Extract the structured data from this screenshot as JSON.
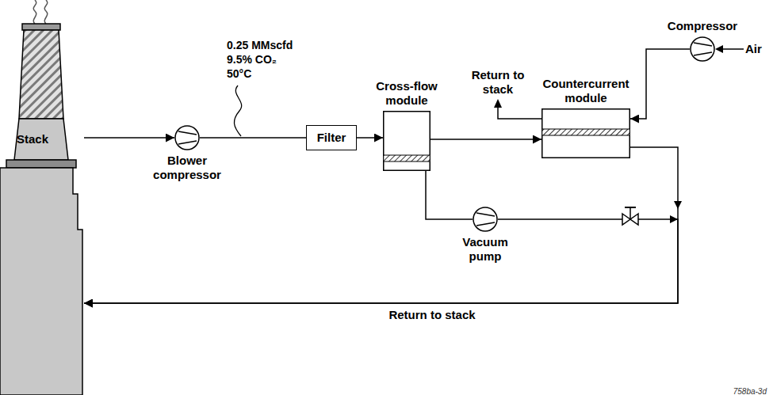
{
  "diagram": {
    "nodes": [
      {
        "text": [
          "Stack"
        ]
      },
      {
        "text": [
          "Blower compressor"
        ]
      },
      {
        "text": [
          "Filter"
        ]
      },
      {
        "text": [
          "Cross-flow module"
        ]
      },
      {
        "text": [
          "Vacuum pump"
        ]
      },
      {
        "text": [
          "Countercurrent module"
        ]
      },
      {
        "text": [
          "Compressor"
        ]
      }
    ],
    "edges": [
      {
        "from": 0,
        "to": 1,
        "arrow": "to"
      },
      {
        "from": 1,
        "to": 2,
        "arrow": "none"
      },
      {
        "from": 2,
        "to": 3,
        "arrow": "to"
      },
      {
        "from": 3,
        "to": 5,
        "arrow": "to"
      },
      {
        "from": 3,
        "to": 4,
        "arrow": "none"
      },
      {
        "from": 4,
        "to": 0,
        "arrow": "to"
      },
      {
        "from": 5,
        "to": 0,
        "arrow": "to"
      },
      {
        "from": 6,
        "to": 5,
        "arrow": "to"
      }
    ],
    "labels": [
      "0.25 MMscfd",
      "9.5% CO₂",
      "50°C",
      "Return to stack",
      "Air",
      "Return to stack",
      "758ba-3d"
    ]
  }
}
